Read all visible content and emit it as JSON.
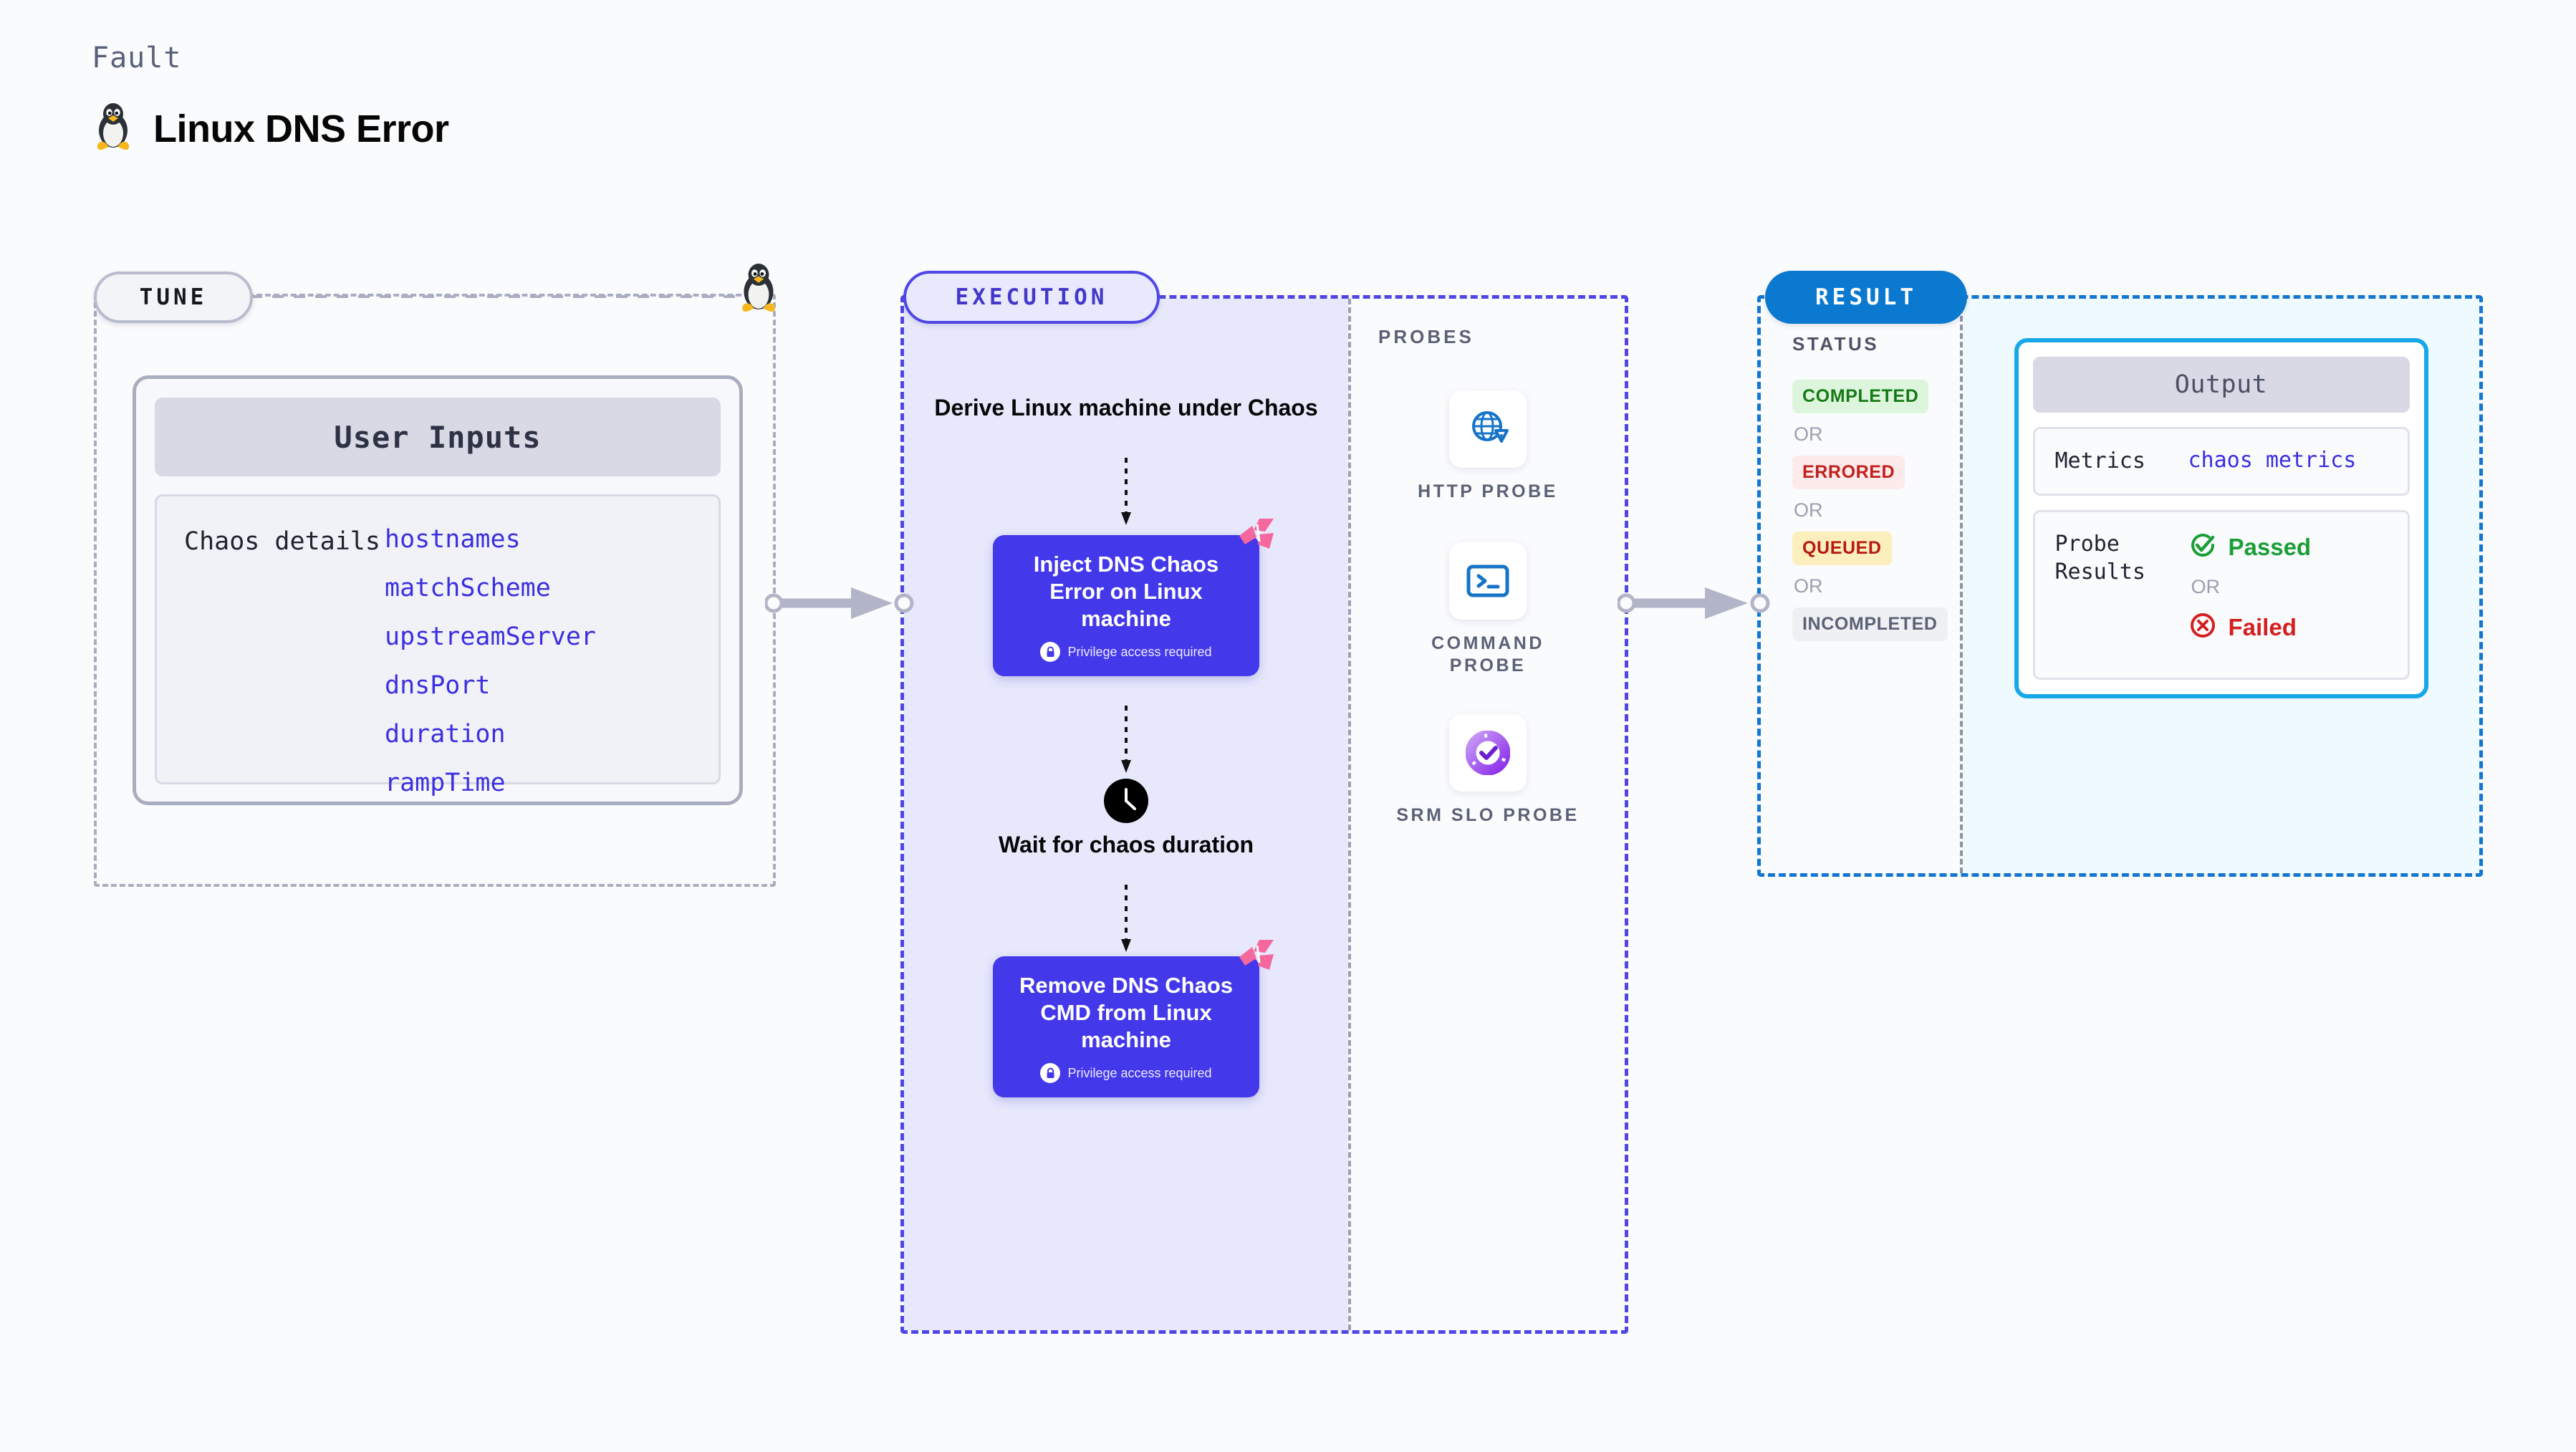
{
  "header": {
    "eyebrow": "Fault",
    "title": "Linux DNS Error",
    "icon": "tux-penguin-icon"
  },
  "tune": {
    "badge": "TUNE",
    "card_title": "User Inputs",
    "details_label": "Chaos details",
    "params": [
      "hostnames",
      "matchScheme",
      "upstreamServer",
      "dnsPort",
      "duration",
      "rampTime"
    ]
  },
  "execution": {
    "badge": "EXECUTION",
    "derive_step": "Derive Linux machine under Chaos",
    "inject_step": {
      "title": "Inject DNS Chaos Error on Linux machine",
      "privilege": "Privilege access required"
    },
    "wait_step": "Wait for chaos duration",
    "remove_step": {
      "title": "Remove DNS Chaos CMD from Linux machine",
      "privilege": "Privilege access required"
    }
  },
  "probes": {
    "title": "PROBES",
    "items": [
      {
        "label": "HTTP PROBE",
        "icon": "globe-warning-icon"
      },
      {
        "label": "COMMAND PROBE",
        "icon": "terminal-icon"
      },
      {
        "label": "SRM SLO PROBE",
        "icon": "slo-donut-check-icon"
      }
    ]
  },
  "result": {
    "badge": "RESULT",
    "status_title": "STATUS",
    "or_label": "OR",
    "statuses": [
      {
        "label": "COMPLETED",
        "bg": "#dcf5dc",
        "fg": "#157a15"
      },
      {
        "label": "ERRORED",
        "bg": "#fdeaea",
        "fg": "#c0201c"
      },
      {
        "label": "QUEUED",
        "bg": "#fdeebd",
        "fg": "#b5190f"
      },
      {
        "label": "INCOMPLETED",
        "bg": "#eff0f4",
        "fg": "#5b6176"
      }
    ],
    "output": {
      "title": "Output",
      "metrics_label": "Metrics",
      "metrics_value": "chaos metrics",
      "probe_results_label": "Probe Results",
      "passed": "Passed",
      "failed": "Failed",
      "or_label": "OR"
    }
  },
  "colors": {
    "execution_accent": "#4338ca",
    "result_accent": "#0b79d0",
    "chaos_box": "#4338ea",
    "param_blue": "#3b2fe0",
    "harness_pink": "#f4689e",
    "passed_green": "#1a9e36",
    "failed_red": "#d41f1f",
    "output_border": "#18a8e8"
  }
}
